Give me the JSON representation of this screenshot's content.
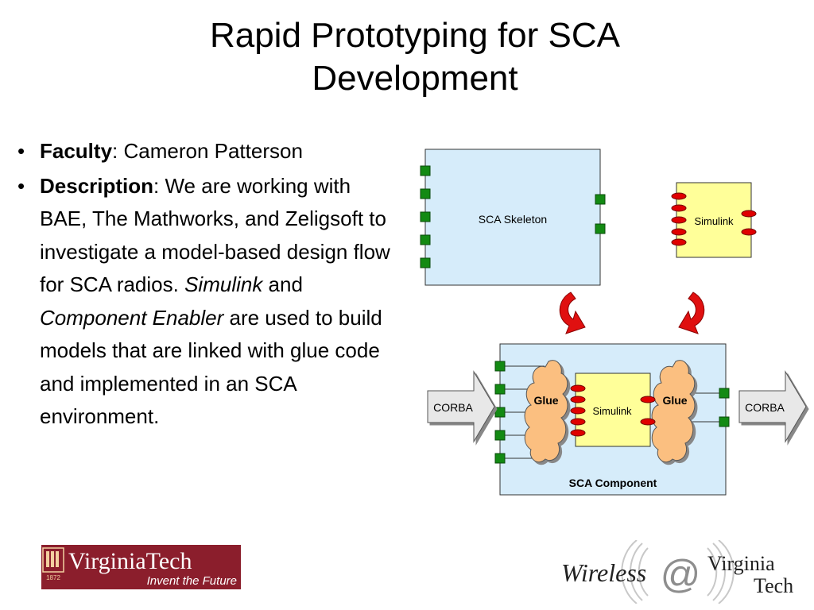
{
  "slide": {
    "title_line1": "Rapid Prototyping for SCA",
    "title_line2": "Development",
    "bullets": {
      "faculty_label": "Faculty",
      "faculty_value": ": Cameron Patterson",
      "description_label": "Description",
      "description_part1": ": We are working with BAE, The Mathworks, and Zeligsoft to investigate a model-based design flow for SCA radios. ",
      "description_italic1": "Simulink",
      "description_part2": " and ",
      "description_italic2": "Component Enabler",
      "description_part3": " are used to build models that are linked with glue code and implemented in an SCA environment."
    }
  },
  "diagram": {
    "sca_skeleton_label": "SCA Skeleton",
    "simulink_top_label": "Simulink",
    "simulink_inner_label": "Simulink",
    "glue_left_label": "Glue",
    "glue_right_label": "Glue",
    "corba_left_label": "CORBA",
    "corba_right_label": "CORBA",
    "sca_component_label": "SCA Component",
    "colors": {
      "box_fill": "#d6ecfa",
      "simulink_fill": "#ffff99",
      "port_green": "#138a13",
      "port_red": "#e00000",
      "glue_fill": "#fbbf80",
      "arrow_red": "#e01010",
      "corba_fill": "#e8e8e8"
    }
  },
  "logos": {
    "vt_logo_text": "VirginiaTech",
    "vt_tagline": "Invent the Future",
    "vt_year": "1872",
    "wireless_text": "Wireless",
    "wireless_at": "@",
    "wireless_virginia": "Virginia",
    "wireless_tech": "Tech"
  }
}
